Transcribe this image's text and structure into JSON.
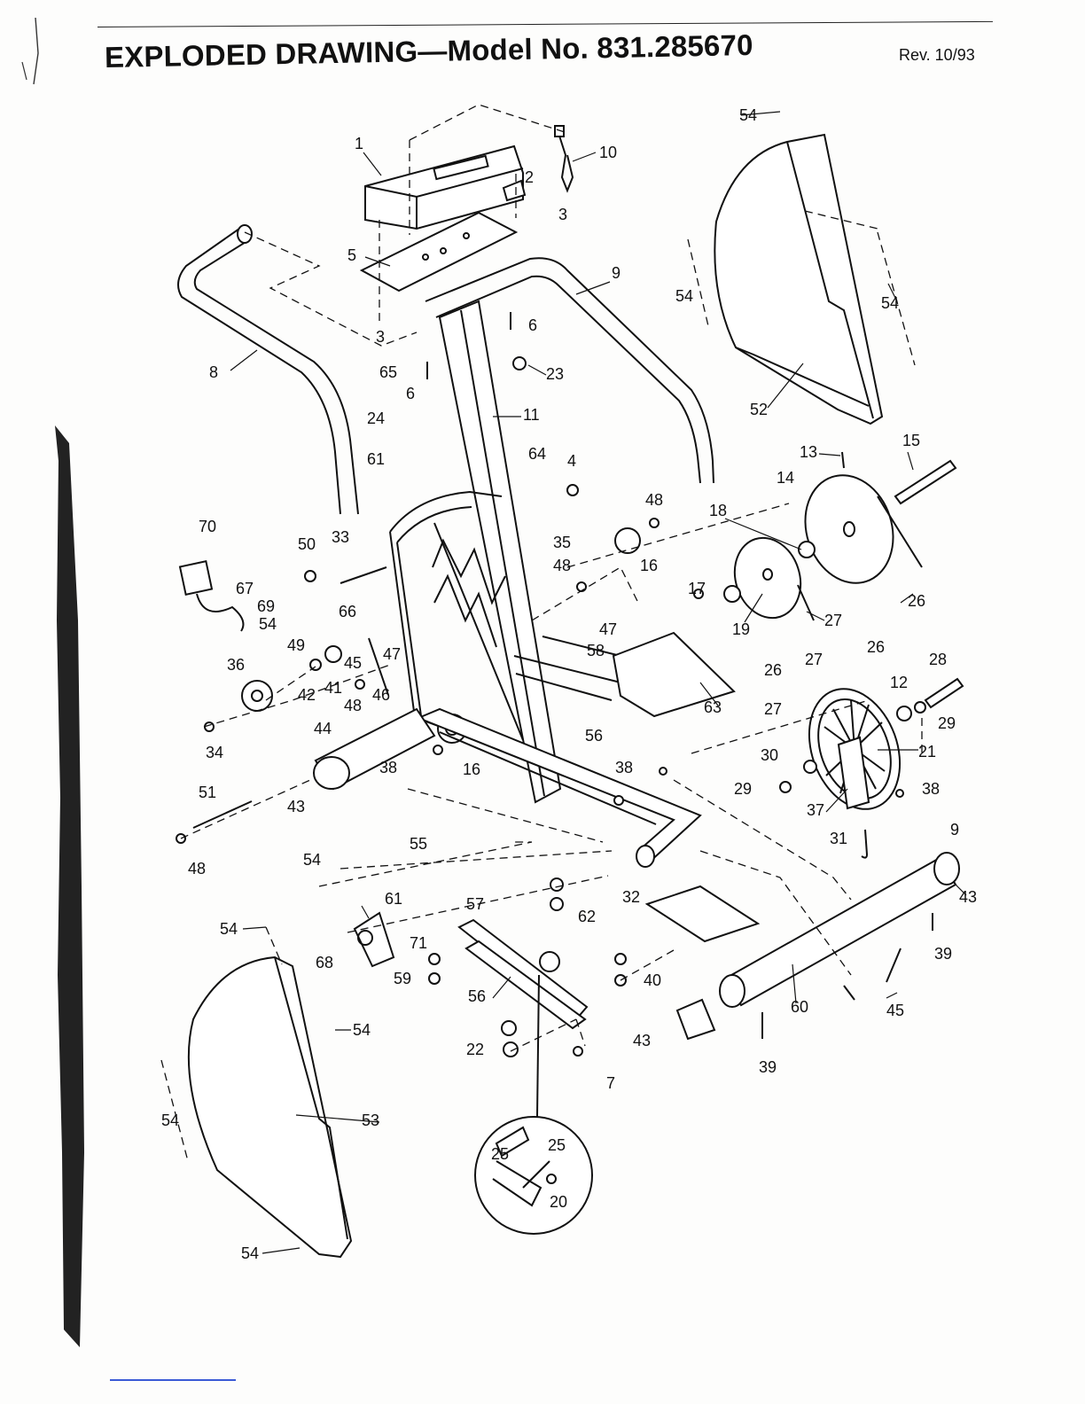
{
  "header": {
    "title": "EXPLODED DRAWING—Model No. 831.285670",
    "revision": "Rev. 10/93"
  },
  "part_labels": [
    "1",
    "2",
    "3",
    "3",
    "5",
    "6",
    "6",
    "8",
    "9",
    "10",
    "11",
    "23",
    "24",
    "61",
    "64",
    "65",
    "4",
    "48",
    "16",
    "48",
    "35",
    "54",
    "54",
    "54",
    "52",
    "13",
    "14",
    "15",
    "18",
    "26",
    "17",
    "19",
    "27",
    "70",
    "50",
    "33",
    "67",
    "69",
    "54",
    "66",
    "49",
    "45",
    "47",
    "47",
    "58",
    "36",
    "42",
    "41",
    "48",
    "46",
    "34",
    "44",
    "38",
    "16",
    "56",
    "63",
    "28",
    "26",
    "27",
    "26",
    "12",
    "29",
    "27",
    "21",
    "30",
    "29",
    "37",
    "38",
    "31",
    "9",
    "38",
    "43",
    "51",
    "48",
    "54",
    "55",
    "43",
    "39",
    "60",
    "45",
    "39",
    "43",
    "32",
    "57",
    "62",
    "61",
    "71",
    "68",
    "59",
    "40",
    "56",
    "22",
    "7",
    "54",
    "54",
    "54",
    "53",
    "54",
    "25",
    "25",
    "20"
  ]
}
